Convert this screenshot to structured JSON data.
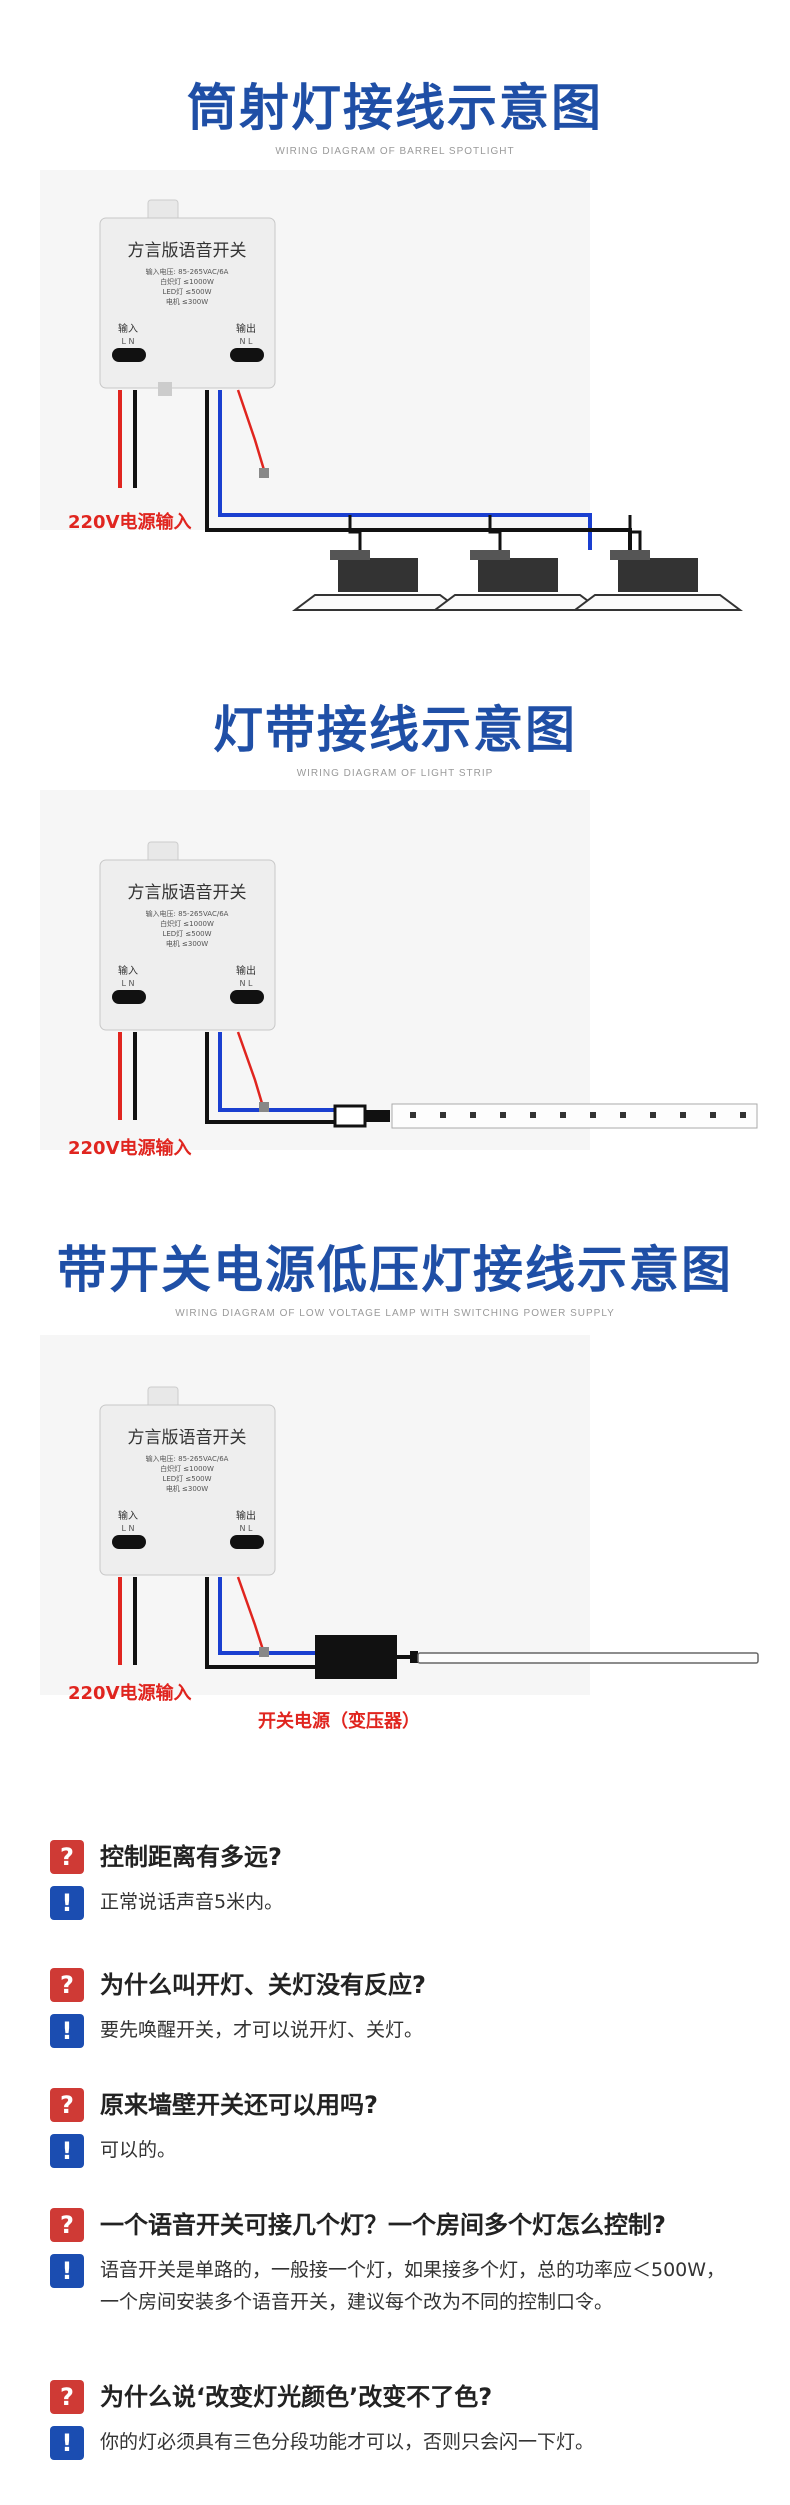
{
  "sections": [
    {
      "title": "筒射灯接线示意图",
      "subtitle": "WIRING DIAGRAM OF BARREL SPOTLIGHT",
      "power_label": "220V电源输入"
    },
    {
      "title": "灯带接线示意图",
      "subtitle": "WIRING DIAGRAM OF LIGHT STRIP",
      "power_label": "220V电源输入"
    },
    {
      "title": "带开关电源低压灯接线示意图",
      "subtitle": "WIRING DIAGRAM OF LOW VOLTAGE LAMP WITH SWITCHING POWER SUPPLY",
      "power_label": "220V电源输入",
      "psu_label": "开关电源（变压器）"
    }
  ],
  "switch_box": {
    "name": "方言版语音开关",
    "spec_lines": [
      "输入电压: 85-265VAC/6A",
      "白炽灯 ≤1000W",
      "LED灯 ≤500W",
      "电机 ≤300W"
    ],
    "input_label": "输入",
    "output_label": "输出",
    "input_pins": "L  N",
    "output_pins": "N  L"
  },
  "faq": [
    {
      "q": "控制距离有多远?",
      "a": "正常说话声音5米内。"
    },
    {
      "q": "为什么叫开灯、关灯没有反应?",
      "a": "要先唤醒开关，才可以说开灯、关灯。"
    },
    {
      "q": "原来墙壁开关还可以用吗?",
      "a": "可以的。"
    },
    {
      "q": "一个语音开关可接几个灯？一个房间多个灯怎么控制?",
      "a": "语音开关是单路的，一般接一个灯，如果接多个灯，总的功率应＜500W，一个房间安装多个语音开关，建议每个改为不同的控制口令。"
    },
    {
      "q": "为什么说‘改变灯光颜色’改变不了色?",
      "a": "你的灯必须具有三色分段功能才可以，否则只会闪一下灯。"
    }
  ],
  "badges": {
    "question": "?",
    "answer": "!"
  },
  "colors": {
    "title_blue": "#1f4fa6",
    "red": "#e0251f",
    "q_badge": "#cf3a35",
    "a_badge": "#1b4db1",
    "wire_blue": "#1a3fd0",
    "wire_black": "#111111"
  }
}
